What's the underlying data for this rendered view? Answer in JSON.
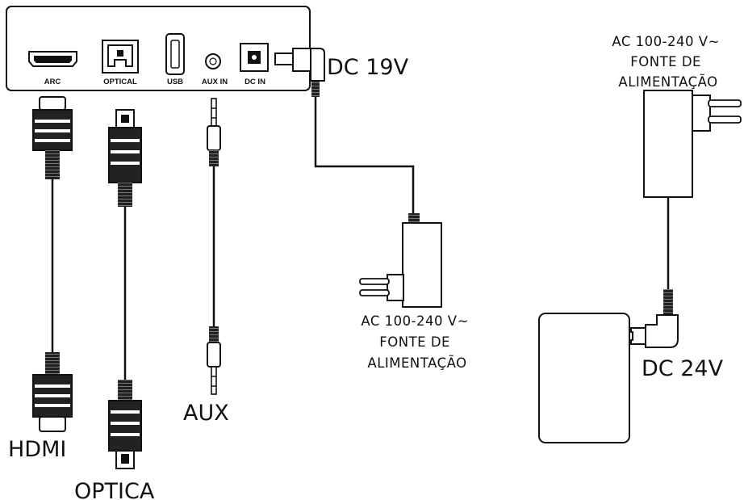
{
  "ports": {
    "arc": "ARC",
    "optical": "OPTICAL",
    "usb": "USB",
    "aux_in": "AUX IN",
    "dc_in": "DC IN"
  },
  "cables": {
    "hdmi": "HDMI",
    "optica": "OPTICA",
    "aux": "AUX"
  },
  "power": {
    "soundbar_voltage": "DC 19V",
    "soundbar_adapter": [
      "AC 100-240 V~",
      "FONTE DE",
      "ALIMENTAÇÃO"
    ],
    "sub_adapter": [
      "AC 100-240 V~",
      "FONTE DE",
      "ALIMENTAÇÃO"
    ],
    "sub_voltage": "DC 24V"
  }
}
